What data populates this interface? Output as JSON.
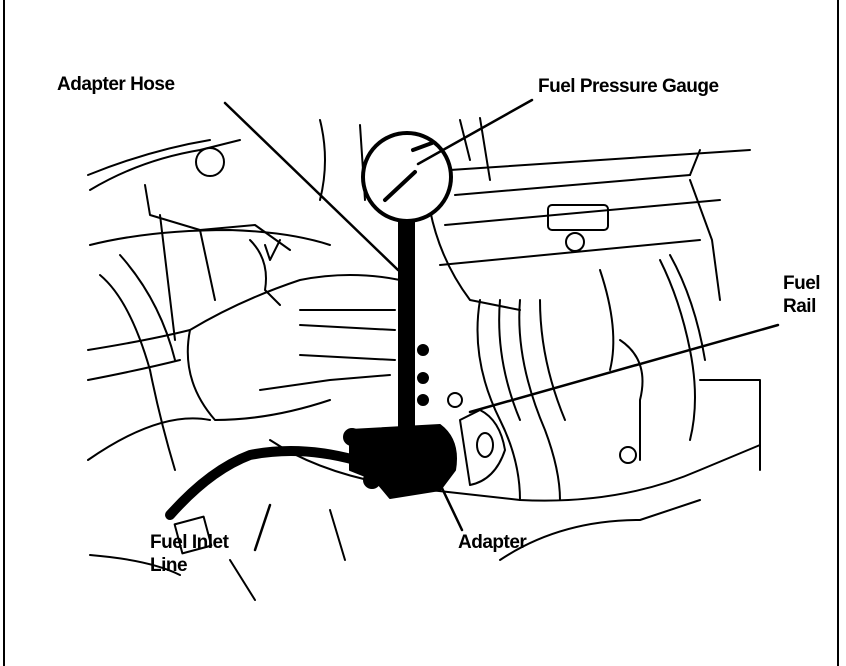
{
  "labels": {
    "adapter_hose": "Adapter Hose",
    "fuel_pressure_gauge": "Fuel Pressure Gauge",
    "fuel_rail_1": "Fuel",
    "fuel_rail_2": "Rail",
    "fuel_inlet_line_1": "Fuel Inlet",
    "fuel_inlet_line_2": "Line",
    "adapter": "Adapter"
  },
  "colors": {
    "ink": "#000000",
    "paper": "#ffffff"
  }
}
